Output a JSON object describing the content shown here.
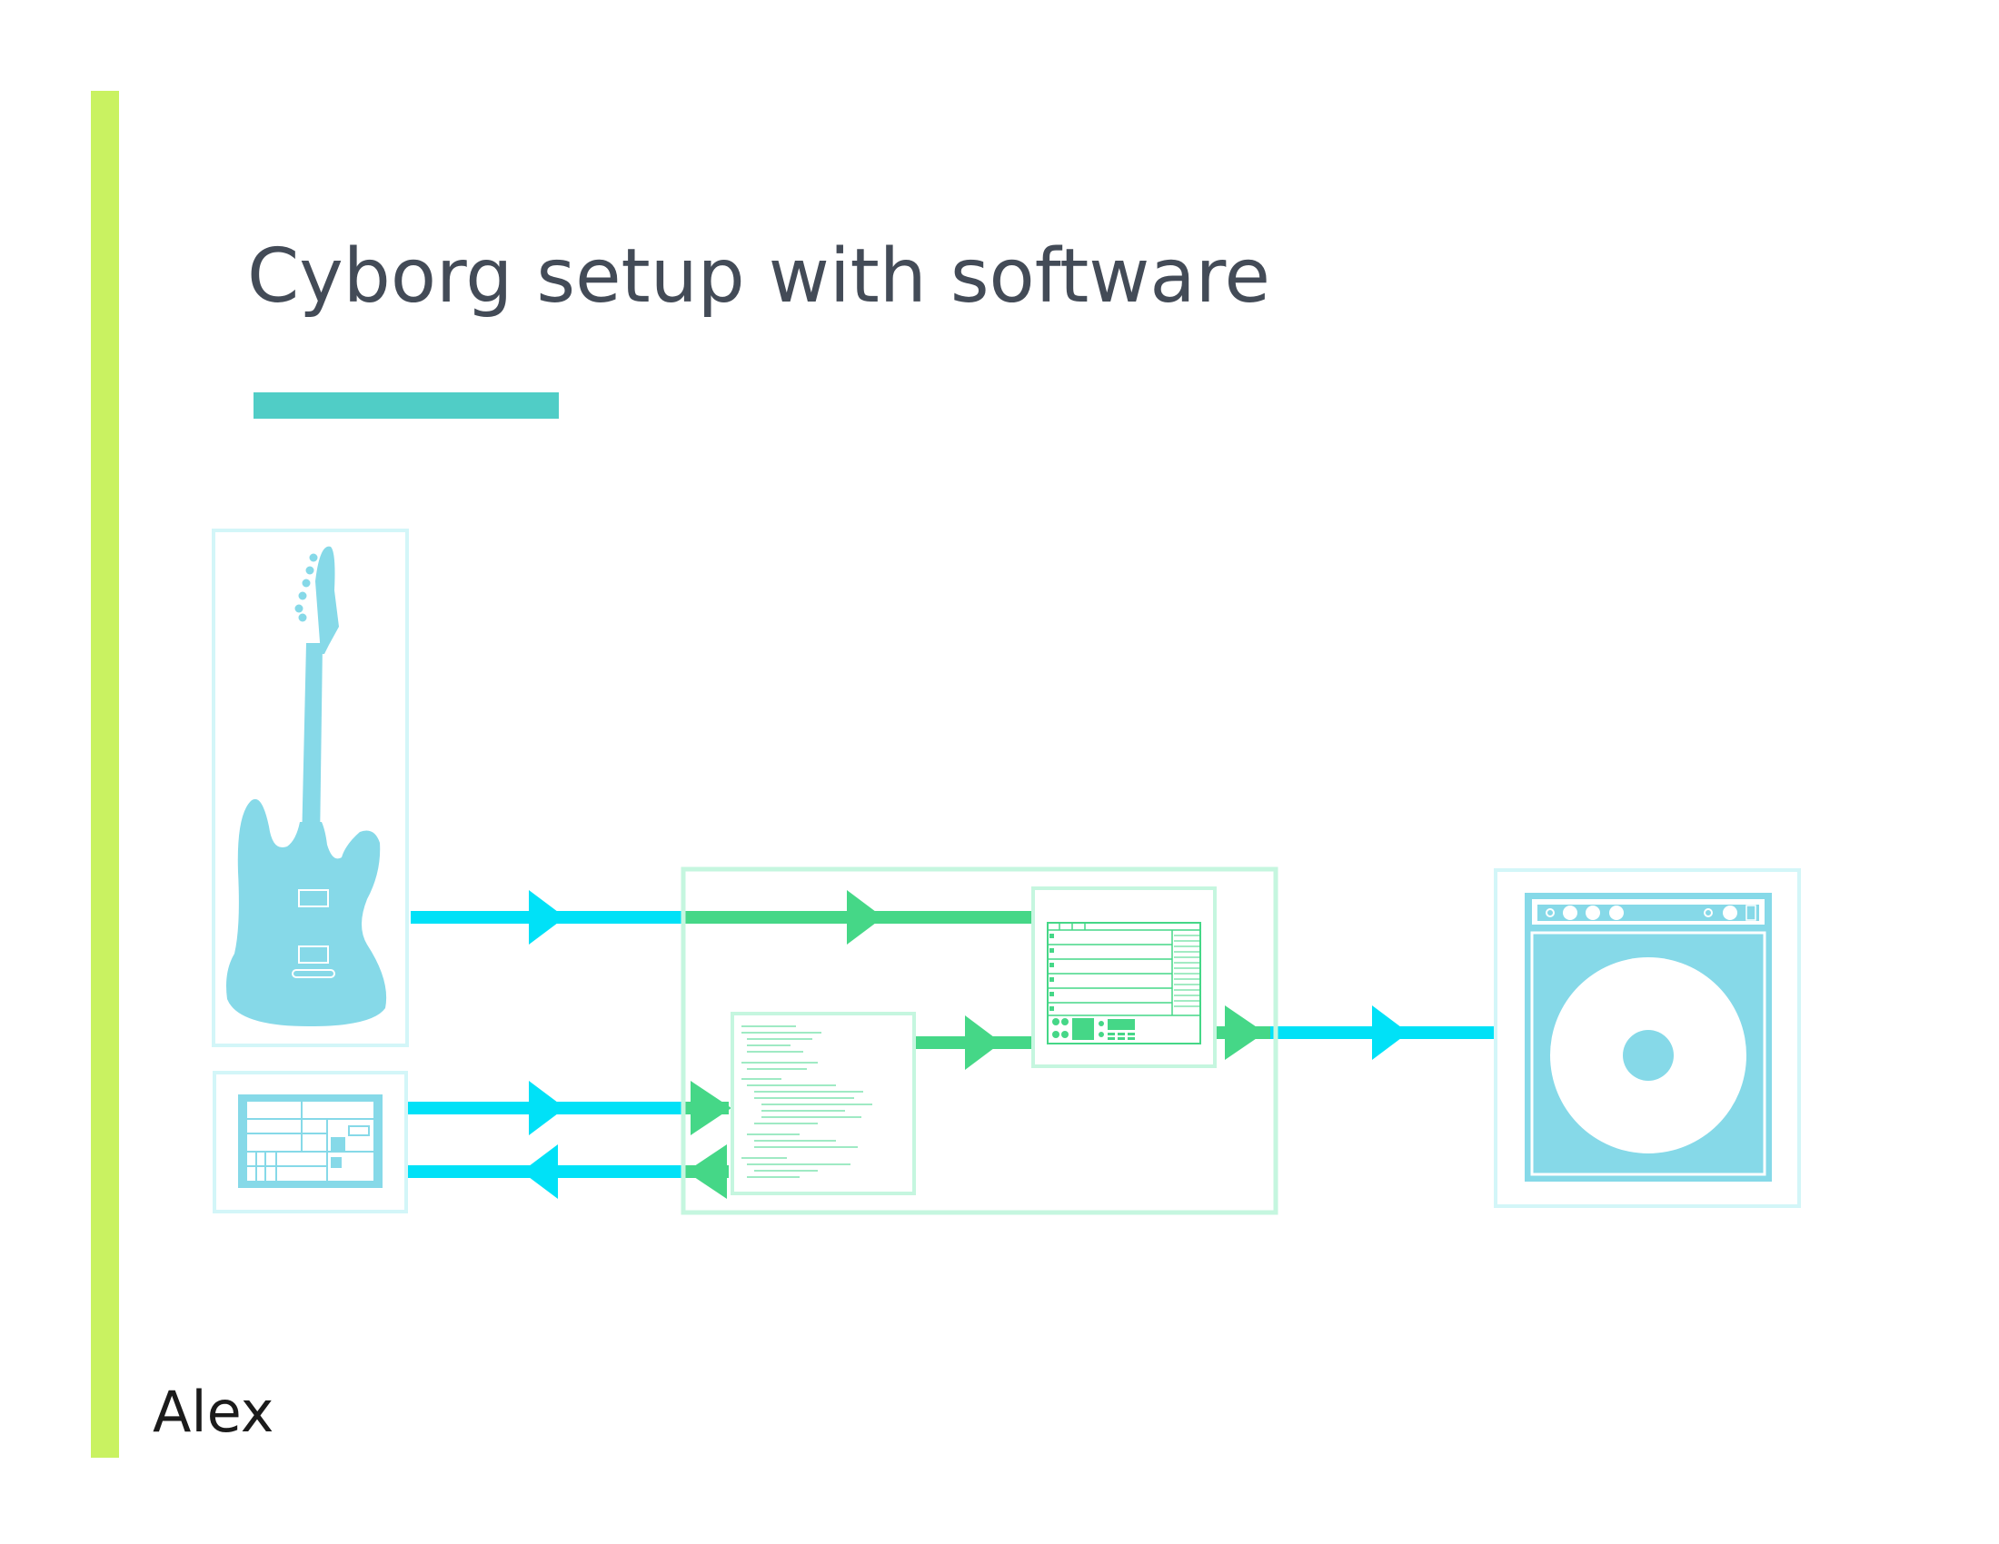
{
  "slide": {
    "title": "Cyborg setup with software",
    "author": "Alex"
  },
  "colors": {
    "accent_bar": "#c9f261",
    "title_underline": "#50cdc6",
    "title_text": "#434b57",
    "signal_cyan": "#00e1f7",
    "signal_green": "#45d787",
    "device_fill": "#86d9e8",
    "device_frame": "#d3f6f8",
    "software_frame": "#c5f6df"
  },
  "diagram": {
    "nodes": [
      {
        "id": "guitar",
        "icon": "electric-guitar-icon"
      },
      {
        "id": "controller",
        "icon": "controller-screen-icon"
      },
      {
        "id": "software-group",
        "icon": "software-container"
      },
      {
        "id": "code-editor",
        "icon": "code-editor-icon"
      },
      {
        "id": "audio-app",
        "icon": "audio-app-window-icon"
      },
      {
        "id": "amplifier",
        "icon": "amplifier-icon"
      }
    ],
    "edges": [
      {
        "from": "guitar",
        "to": "audio-app",
        "color": "cyan/green"
      },
      {
        "from": "controller",
        "to": "code-editor",
        "color": "cyan/green"
      },
      {
        "from": "code-editor",
        "to": "controller",
        "color": "green/cyan"
      },
      {
        "from": "code-editor",
        "to": "audio-app",
        "color": "green"
      },
      {
        "from": "audio-app",
        "to": "amplifier",
        "color": "green/cyan"
      }
    ]
  }
}
